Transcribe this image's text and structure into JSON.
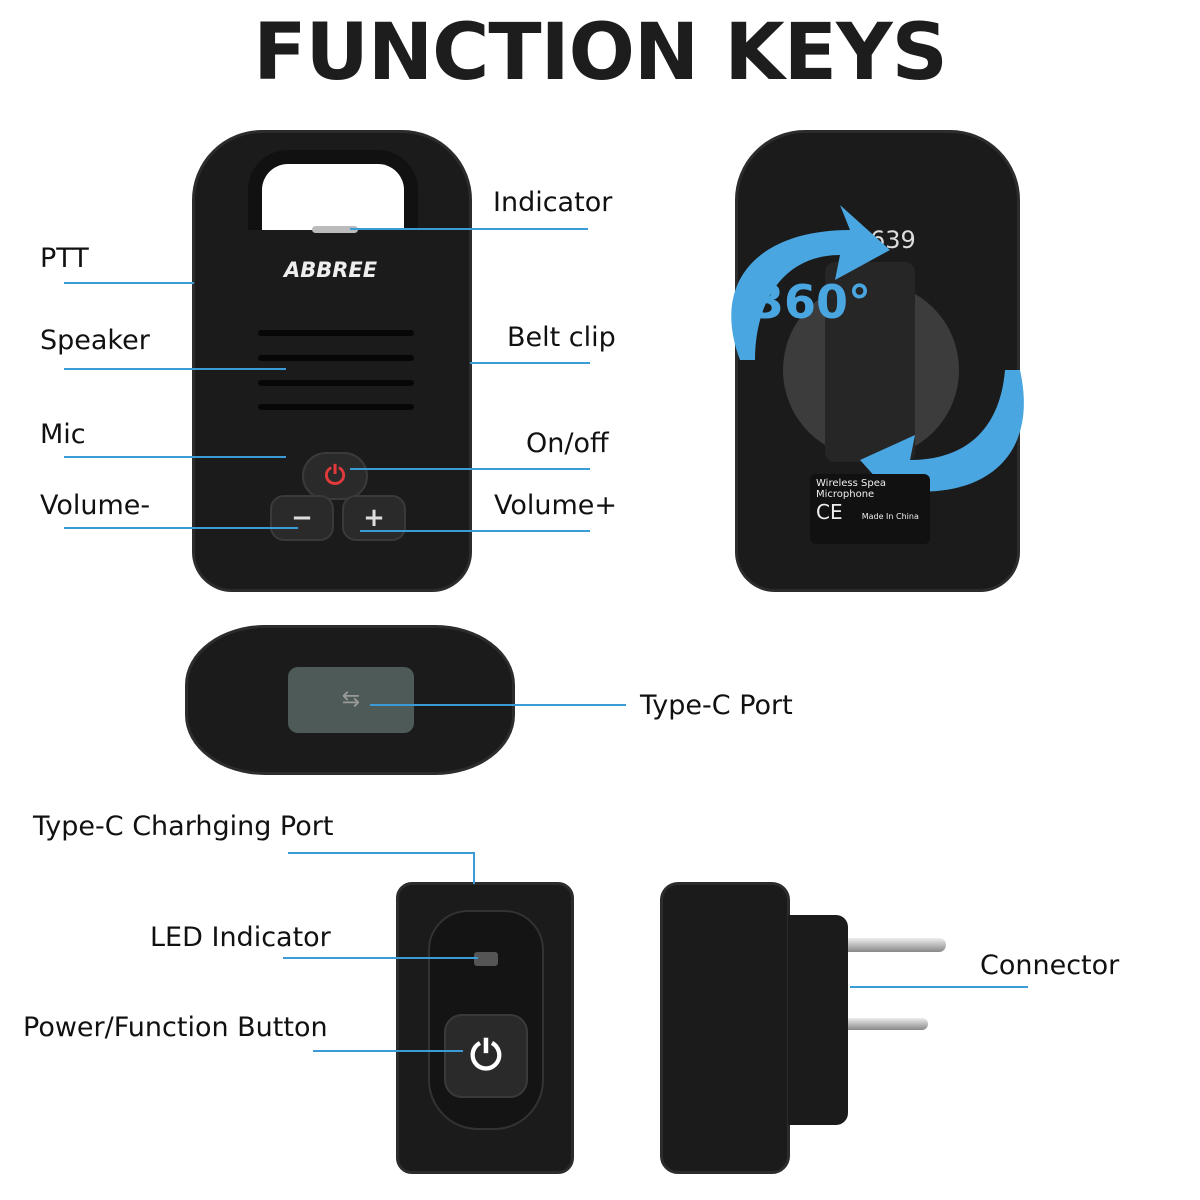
{
  "title": "FUNCTION KEYS",
  "front": {
    "brand": "ABBREE",
    "labels": {
      "ptt": "PTT",
      "speaker": "Speaker",
      "mic": "Mic",
      "volume_minus": "Volume-",
      "indicator": "Indicator",
      "belt_clip": "Belt clip",
      "on_off": "On/off",
      "volume_plus": "Volume+"
    },
    "minus_glyph": "−",
    "plus_glyph": "+"
  },
  "back": {
    "rotation": "360°",
    "model_partial": "639",
    "sticker_line1": "Wireless Spea",
    "sticker_line2": "Microphone",
    "ce_mark": "CE",
    "made_in": "Made In China"
  },
  "side": {
    "type_c_port": "Type-C Port"
  },
  "adapter": {
    "charging_port": "Type-C Charhging Port",
    "led_indicator": "LED Indicator",
    "power_button": "Power/Function Button",
    "connector": "Connector"
  },
  "colors": {
    "accent": "#3c9bd6",
    "arrow": "#4aa6e0",
    "power_red": "#e23a3a"
  }
}
